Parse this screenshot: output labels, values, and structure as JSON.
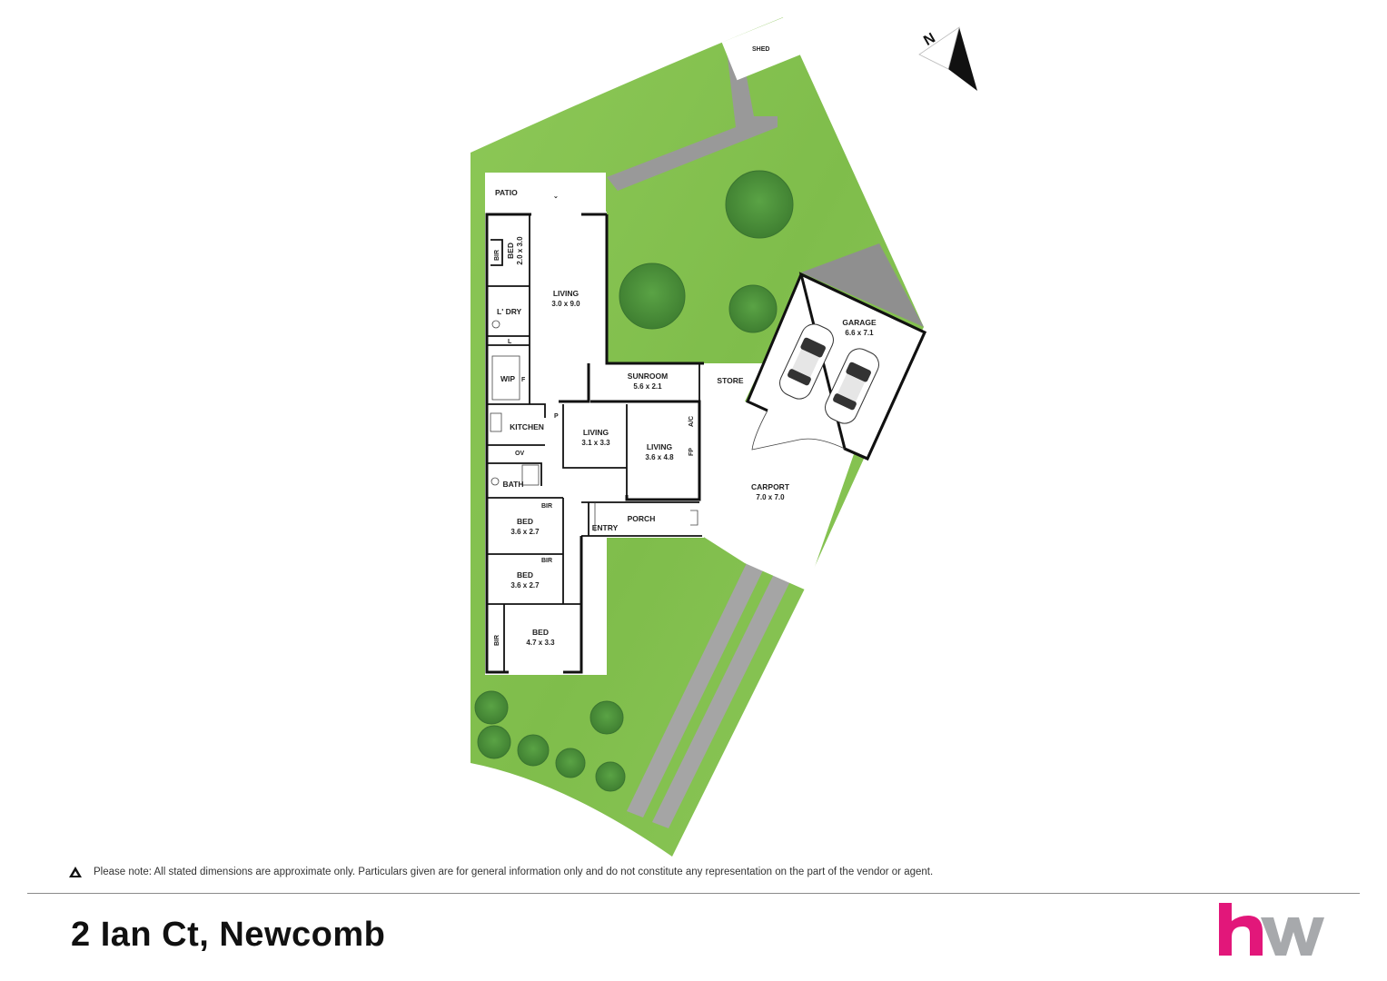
{
  "address": "2 Ian Ct, Newcomb",
  "disclaimer": "Please note: All stated dimensions are approximate only. Particulars given are for general information only and do not constitute any representation on the part of the vendor or agent.",
  "compass": {
    "label": "N"
  },
  "logo": {
    "brand": "hw",
    "colors": {
      "h": "#e2177a",
      "w": "#a7a9ac"
    }
  },
  "colors": {
    "lawn": "#86c34f",
    "tree": "#4c8f3b",
    "path": "#9a9a9a",
    "wall": "#111111"
  },
  "rooms": {
    "shed": {
      "name": "SHED"
    },
    "patio": {
      "name": "PATIO"
    },
    "bed_rear": {
      "name": "BED",
      "dim": "2.0 x 3.0",
      "bir": "BIR"
    },
    "living_main": {
      "name": "LIVING",
      "dim": "3.0 x 9.0"
    },
    "laundry": {
      "name": "L' DRY",
      "l": "L"
    },
    "wip": {
      "name": "WIP",
      "f": "F"
    },
    "sunroom": {
      "name": "SUNROOM",
      "dim": "5.6 x 2.1"
    },
    "store": {
      "name": "STORE"
    },
    "garage": {
      "name": "GARAGE",
      "dim": "6.6 x 7.1"
    },
    "kitchen": {
      "name": "KITCHEN",
      "p": "P",
      "ov": "OV"
    },
    "living_mid": {
      "name": "LIVING",
      "dim": "3.1 x 3.3"
    },
    "living_front": {
      "name": "LIVING",
      "dim": "3.6 x 4.8",
      "ac": "A/C",
      "fp": "FP"
    },
    "bath": {
      "name": "BATH"
    },
    "carport": {
      "name": "CARPORT",
      "dim": "7.0 x 7.0"
    },
    "bed2": {
      "name": "BED",
      "dim": "3.6 x 2.7",
      "bir": "BIR"
    },
    "bed3": {
      "name": "BED",
      "dim": "3.6 x 2.7",
      "bir": "BIR"
    },
    "bed_master": {
      "name": "BED",
      "dim": "4.7 x 3.3",
      "bir": "BIR"
    },
    "entry": {
      "name": "ENTRY"
    },
    "porch": {
      "name": "PORCH"
    }
  }
}
